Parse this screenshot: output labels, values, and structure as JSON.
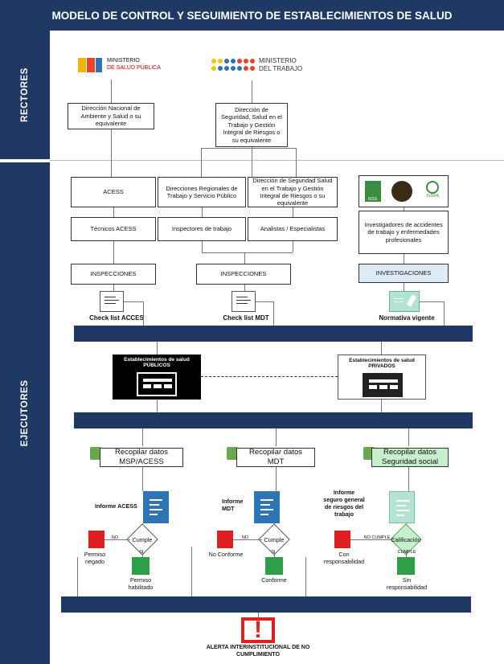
{
  "title": "MODELO DE CONTROL Y SEGUIMIENTO DE ESTABLECIMIENTOS DE SALUD",
  "sections": {
    "rectores": "RECTORES",
    "ejecutores": "EJECUTORES"
  },
  "logos": {
    "msp_line1": "MINISTERIO",
    "msp_line2": "DE SALUD PÚBLICA",
    "mdt_line1": "MINISTERIO",
    "mdt_line2": "DEL TRABAJO",
    "iess": "IESS",
    "issfa": "ISSFA"
  },
  "rectores": {
    "msp_box": "Dirección Nacional de Ambiente y Salud o su equivalente",
    "mdt_box": "Dirección de Seguridad, Salud en el Trabajo y Gestión Integral de Riesgos o su equivalente"
  },
  "ejecutores": {
    "acess": "ACESS",
    "dir_regionales": "Direcciones Regionales de Trabajo y Servicio Público",
    "dir_seguridad": "Dirección de Seguridad Salud en el Trabajo y Gestión Integral de Riesgos o su equivalente",
    "tecnicos": "Técnicos ACESS",
    "inspectores": "Inspectores de trabajo",
    "analistas": "Analistas / Especialistas",
    "investigadores": "Investigadores de accidentes de trabajo y enfermedades profesionales",
    "inspecciones_1": "INSPECCIONES",
    "inspecciones_2": "INSPECCIONES",
    "investigaciones": "INVESTIGACIONES",
    "checklist_acess": "Check list  ACCES",
    "checklist_mdt": "Check list MDT",
    "normativa": "Normativa  vigente",
    "est_publicos_l1": "Establecimientos de salud",
    "est_publicos_l2": "PÚBLICOS",
    "est_privados_l1": "Establecimientos de salud",
    "est_privados_l2": "PRIVADOS",
    "recopilar_1_l1": "Recopilar datos",
    "recopilar_1_l2": "MSP/ACESS",
    "recopilar_2_l1": "Recopilar datos",
    "recopilar_2_l2": "MDT",
    "recopilar_3_l1": "Recopilar datos",
    "recopilar_3_l2": "Seguridad social",
    "informe_acess": "Informe ACESS",
    "informe_mdt": "Informe MDT",
    "informe_seguro": "Informe seguro general de riesgos del trabajo",
    "cumple": "Cumple",
    "cumple_2": "Cumple",
    "calificacion": "Calificación",
    "no": "NO",
    "no_2": "NO",
    "si": "SI",
    "si_2": "SI",
    "no_cumple": "NO CUMPLE",
    "cumple_small": "CUMPLE",
    "permiso_negado": "Permiso negado",
    "permiso_habilitado": "Permiso habilitado",
    "no_conforme": "No Conforme",
    "conforme": "Conforme",
    "con_responsabilidad": "Con responsabilidad",
    "sin_responsabilidad": "Sin responsabilidad",
    "alerta": "ALERTA INTERINSTITUCIONAL DE NO CUMPLIMIENTO"
  },
  "colors": {
    "navy": "#1f3864",
    "report_blue": "#2e75b6",
    "alert_red": "#e02020",
    "mint": "#b4e3d2"
  }
}
